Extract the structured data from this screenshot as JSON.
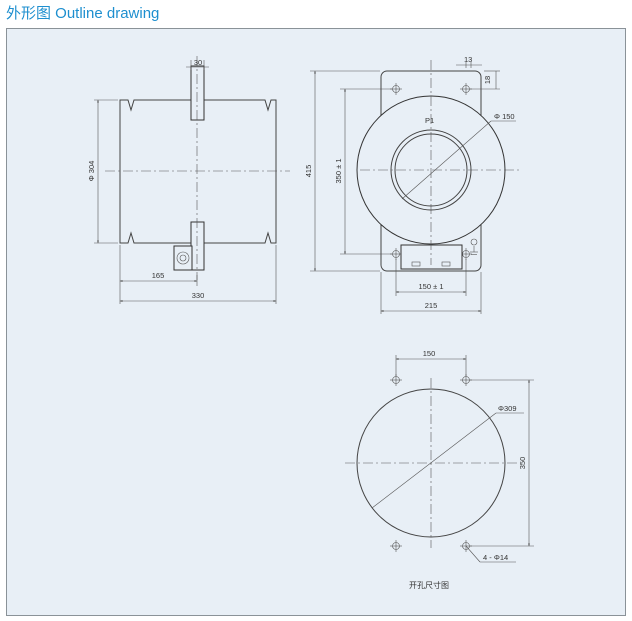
{
  "header": {
    "title": "外形图  Outline drawing"
  },
  "side_view": {
    "dim_bar_width": "30",
    "dim_diameter": "Φ 304",
    "dim_half_length": "165",
    "dim_length": "330"
  },
  "front_view": {
    "dim_hole_offset_x": "13",
    "dim_hole_offset_y": "18",
    "label_p1": "P1",
    "dim_bore": "Φ 150",
    "dim_height": "415",
    "dim_hole_spacing_v": "350 ± 1",
    "dim_hole_spacing_h": "150 ± 1",
    "dim_width": "215"
  },
  "cutout": {
    "dim_spacing_h": "150",
    "dim_diameter": "Φ309",
    "dim_spacing_v": "350",
    "dim_holes": "4 - Φ14",
    "caption": "开孔尺寸图"
  }
}
